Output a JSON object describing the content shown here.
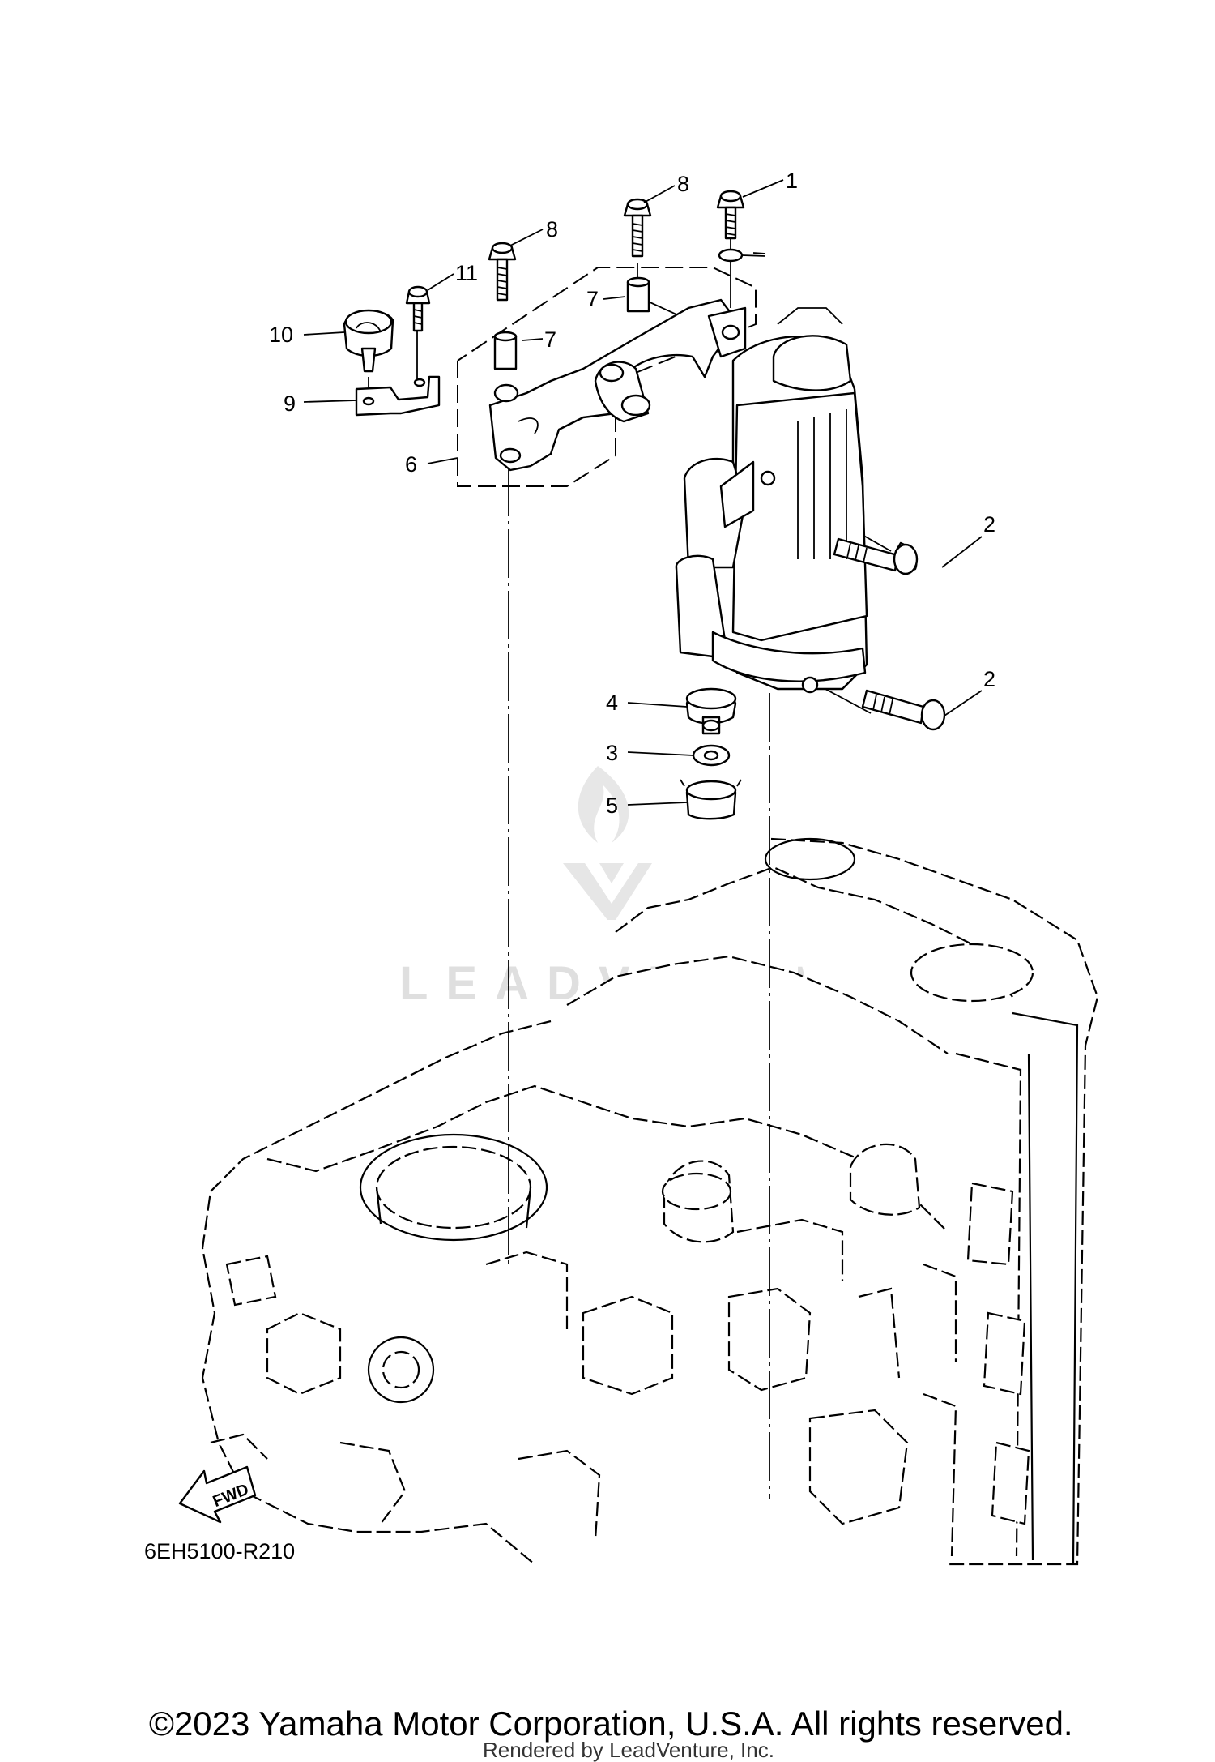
{
  "figure_code": "6EH5100-R210",
  "direction_arrow_label": "FWD",
  "watermark_text": "LEADVENTURE",
  "copyright": "©2023 Yamaha Motor Corporation, U.S.A. All rights reserved.",
  "rendered_by": "Rendered by LeadVenture, Inc.",
  "callouts": {
    "c1": "1",
    "c2a": "2",
    "c2b": "2",
    "c3": "3",
    "c4": "4",
    "c5": "5",
    "c6": "6",
    "c7a": "7",
    "c7b": "7",
    "c8a": "8",
    "c8b": "8",
    "c9": "9",
    "c10": "10",
    "c11": "11"
  },
  "icons": {
    "starter_motor": "starter-motor-icon",
    "engine_block": "engine-block-icon",
    "fwd_arrow": "fwd-arrow-icon",
    "watermark_logo": "leadventure-logo-icon"
  }
}
